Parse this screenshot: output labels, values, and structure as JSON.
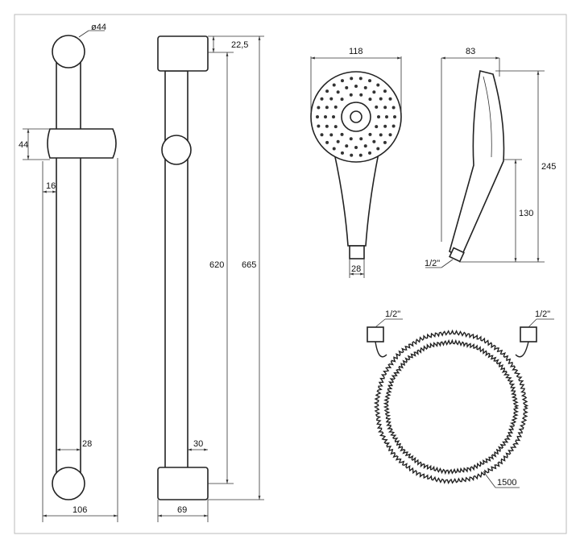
{
  "rail_front": {
    "diameter": "ø44",
    "slider_height": "44",
    "offset": "16",
    "tube": "28",
    "width": "106"
  },
  "rail_side": {
    "top_offset": "22,5",
    "inner_length": "620",
    "total_length": "665",
    "tube_offset": "30",
    "width": "69"
  },
  "handshower_front": {
    "diameter": "118",
    "connector": "28"
  },
  "handshower_side": {
    "depth": "83",
    "length": "245",
    "handle": "130",
    "thread": "1/2\""
  },
  "hose": {
    "thread_left": "1/2\"",
    "thread_right": "1/2\"",
    "length": "1500"
  }
}
